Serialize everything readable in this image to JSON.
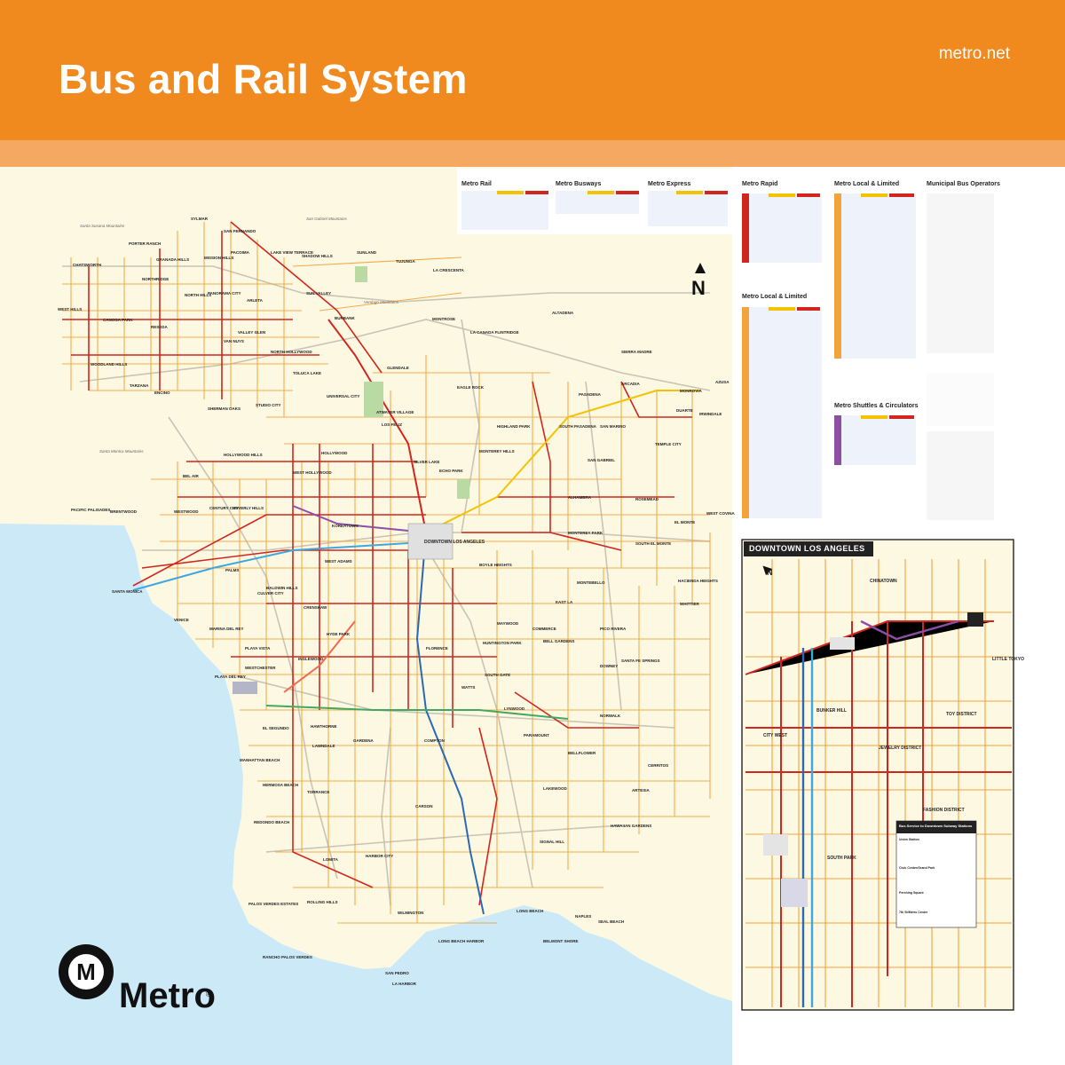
{
  "header": {
    "title": "Bus and Rail System",
    "website": "metro.net"
  },
  "brand": {
    "name": "Metro",
    "trademark": "®",
    "header_color": "#f0891e",
    "strip_color": "#f5a862",
    "land_color": "#fdf8e1",
    "water_color": "#cce9f7"
  },
  "map": {
    "north_label": "N",
    "mountains": [
      "Santa Susana Mountains",
      "San Gabriel Mountains",
      "Verdugo Mountains",
      "Santa Monica Mountains"
    ],
    "downtown_label": "DOWNTOWN LOS ANGELES",
    "places": {
      "sylmar": "SYLMAR",
      "san_fernando": "SAN FERNANDO",
      "porter_ranch": "PORTER RANCH",
      "granada_hills": "GRANADA HILLS",
      "mission_hills": "MISSION HILLS",
      "chatsworth": "CHATSWORTH",
      "northridge": "NORTHRIDGE",
      "pacoima": "PACOIMA",
      "lake_view_terrace": "LAKE VIEW TERRACE",
      "shadow_hills": "SHADOW HILLS",
      "sunland": "SUNLAND",
      "tujunga": "TUJUNGA",
      "la_crescenta": "LA CRESCENTA",
      "west_hills": "WEST HILLS",
      "canoga_park": "CANOGA PARK",
      "reseda": "RESEDA",
      "north_hills": "NORTH HILLS",
      "panorama_city": "PANORAMA CITY",
      "arleta": "ARLETA",
      "sun_valley": "SUN VALLEY",
      "burbank": "BURBANK",
      "montrose": "MONTROSE",
      "altadena": "ALTADENA",
      "la_canada_flintridge": "LA CANADA FLINTRIDGE",
      "sierra_madre": "SIERRA MADRE",
      "woodland_hills": "WOODLAND HILLS",
      "tarzana": "TARZANA",
      "encino": "ENCINO",
      "van_nuys": "VAN NUYS",
      "valley_glen": "VALLEY GLEN",
      "north_hollywood": "NORTH HOLLYWOOD",
      "toluca_lake": "TOLUCA LAKE",
      "glendale": "GLENDALE",
      "eagle_rock": "EAGLE ROCK",
      "pasadena": "PASADENA",
      "arcadia": "ARCADIA",
      "monrovia": "MONROVIA",
      "duarte": "DUARTE",
      "azusa": "AZUSA",
      "sherman_oaks": "SHERMAN OAKS",
      "studio_city": "STUDIO CITY",
      "universal_city": "UNIVERSAL CITY",
      "atwater_village": "ATWATER VILLAGE",
      "los_feliz": "LOS FELIZ",
      "highland_park": "HIGHLAND PARK",
      "south_pasadena": "SOUTH PASADENA",
      "san_marino": "SAN MARINO",
      "temple_city": "TEMPLE CITY",
      "irwindale": "IRWINDALE",
      "west_covina": "WEST COVINA",
      "hollywood_hills": "HOLLYWOOD HILLS",
      "hollywood": "HOLLYWOOD",
      "west_hollywood": "WEST HOLLYWOOD",
      "silver_lake": "SILVER LAKE",
      "echo_park": "ECHO PARK",
      "monterey_hills": "MONTEREY HILLS",
      "alhambra": "ALHAMBRA",
      "san_gabriel": "SAN GABRIEL",
      "rosemead": "ROSEMEAD",
      "el_monte": "EL MONTE",
      "bel_air": "BEL AIR",
      "brentwood": "BRENTWOOD",
      "westwood": "WESTWOOD",
      "beverly_hills": "BEVERLY HILLS",
      "century_city": "CENTURY CITY",
      "koreatown": "KOREATOWN",
      "monterey_park": "MONTEREY PARK",
      "south_el_monte": "SOUTH EL MONTE",
      "pacific_palisades": "PACIFIC PALISADES",
      "santa_monica": "SANTA MONICA",
      "palms": "PALMS",
      "culver_city": "CULVER CITY",
      "baldwin_hills": "BALDWIN HILLS",
      "west_adams": "WEST ADAMS",
      "boyle_heights": "BOYLE HEIGHTS",
      "east_la": "EAST LA",
      "montebello": "MONTEBELLO",
      "hacienda_heights": "HACIENDA HEIGHTS",
      "whittier": "WHITTIER",
      "venice": "VENICE",
      "marina_del_rey": "MARINA DEL REY",
      "crenshaw": "CRENSHAW",
      "hyde_park": "HYDE PARK",
      "maywood": "MAYWOOD",
      "commerce": "COMMERCE",
      "bell_gardens": "BELL GARDENS",
      "pico_rivera": "PICO RIVERA",
      "playa_vista": "PLAYA VISTA",
      "inglewood": "INGLEWOOD",
      "huntington_park": "HUNTINGTON PARK",
      "florence": "FLORENCE",
      "downey": "DOWNEY",
      "santa_fe_springs": "SANTA FE SPRINGS",
      "westchester": "WESTCHESTER",
      "playa_del_rey": "PLAYA DEL REY",
      "watts": "WATTS",
      "south_gate": "SOUTH GATE",
      "lynwood": "LYNWOOD",
      "hawthorne": "HAWTHORNE",
      "el_segundo": "EL SEGUNDO",
      "lawndale": "LAWNDALE",
      "gardena": "GARDENA",
      "compton": "COMPTON",
      "paramount": "PARAMOUNT",
      "bellflower": "BELLFLOWER",
      "norwalk": "NORWALK",
      "manhattan_beach": "MANHATTAN BEACH",
      "hermosa_beach": "HERMOSA BEACH",
      "redondo_beach": "REDONDO BEACH",
      "torrance": "TORRANCE",
      "carson": "CARSON",
      "lakewood": "LAKEWOOD",
      "cerritos": "CERRITOS",
      "artesia": "ARTESIA",
      "hawaiian_gardens": "HAWAIIAN GARDENS",
      "lomita": "LOMITA",
      "harbor_city": "HARBOR CITY",
      "signal_hill": "SIGNAL HILL",
      "long_beach": "LONG BEACH",
      "palos_verdes_estates": "PALOS VERDES ESTATES",
      "rolling_hills": "ROLLING HILLS",
      "wilmington": "WILMINGTON",
      "long_beach_harbor": "LONG BEACH HARBOR",
      "belmont_shore": "BELMONT SHORE",
      "naples": "NAPLES",
      "seal_beach": "SEAL BEACH",
      "rancho_palos_verdes": "RANCHO PALOS VERDES",
      "san_pedro": "SAN PEDRO",
      "la_harbor": "LA HARBOR"
    }
  },
  "tables": [
    {
      "title": "Metro Rail"
    },
    {
      "title": "Metro Busways"
    },
    {
      "title": "Metro Express"
    },
    {
      "title": "Metro Rapid"
    },
    {
      "title": "Metro Local & Limited"
    },
    {
      "title": "Municipal Bus Operators"
    },
    {
      "title": "Metro Local & Limited"
    },
    {
      "title": "Metro Shuttles & Circulators"
    }
  ],
  "downtown_inset": {
    "title": "DOWNTOWN LOS ANGELES",
    "north_label": "N",
    "districts": {
      "chinatown": "CHINATOWN",
      "little_tokyo": "LITTLE TOKYO",
      "toy_district": "TOY DISTRICT",
      "city_west": "CITY WEST",
      "jewelry_district": "JEWELRY DISTRICT",
      "fashion_district": "FASHION DISTRICT",
      "south_park": "SOUTH PARK",
      "bunker_hill": "BUNKER HILL"
    },
    "panel": {
      "heading": "Bus Service to Downtown Subway Stations",
      "stations": [
        "Union Station",
        "Civic Center/Grand Park",
        "Pershing Square",
        "7th St/Metro Center"
      ]
    }
  }
}
